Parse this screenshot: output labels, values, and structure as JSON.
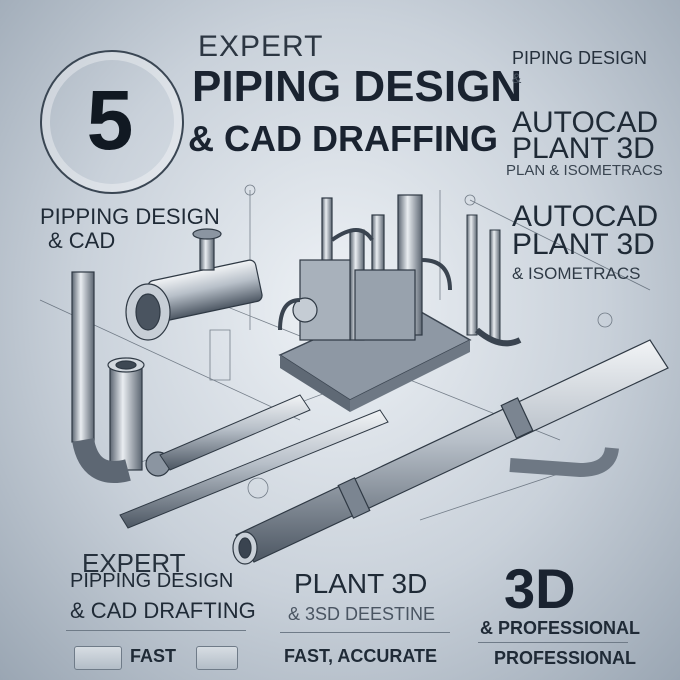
{
  "badge": {
    "number": "5"
  },
  "header": {
    "expert": "EXPERT",
    "title": "PIPING DESIGN",
    "subtitle": "& CAD DRAFFING"
  },
  "right": {
    "a_line1": "PIPING DESIGN",
    "a_line2": "&",
    "b_line1": "AUTOCAD",
    "b_line2": "PLANT 3D",
    "b_line3": "PLAN & ISOMETRACS",
    "c_line1": "AUTOCAD",
    "c_line2": "PLANT 3D",
    "c_line3": "& ISOMETRACS"
  },
  "left": {
    "line1": "PIPPING DESIGN",
    "line2": "& CAD"
  },
  "bottom_left": {
    "line1": "EXPERT",
    "line2": "PIPPING DESIGN",
    "line3": "& CAD DRAFTING",
    "line4": "FAST"
  },
  "bottom_middle": {
    "line1": "PLANT 3D",
    "line2": "& 3SD DEESTINE",
    "line3": "FAST, ACCURATE"
  },
  "bottom_right": {
    "line1": "3D",
    "line2": "& PROFESSIONAL",
    "line3": "PROFESSIONAL"
  },
  "colors": {
    "pipe_light": "#d9dee4",
    "pipe_dark": "#5d6773",
    "sketch_line": "#4a5562",
    "text_dark": "#1a2330"
  }
}
